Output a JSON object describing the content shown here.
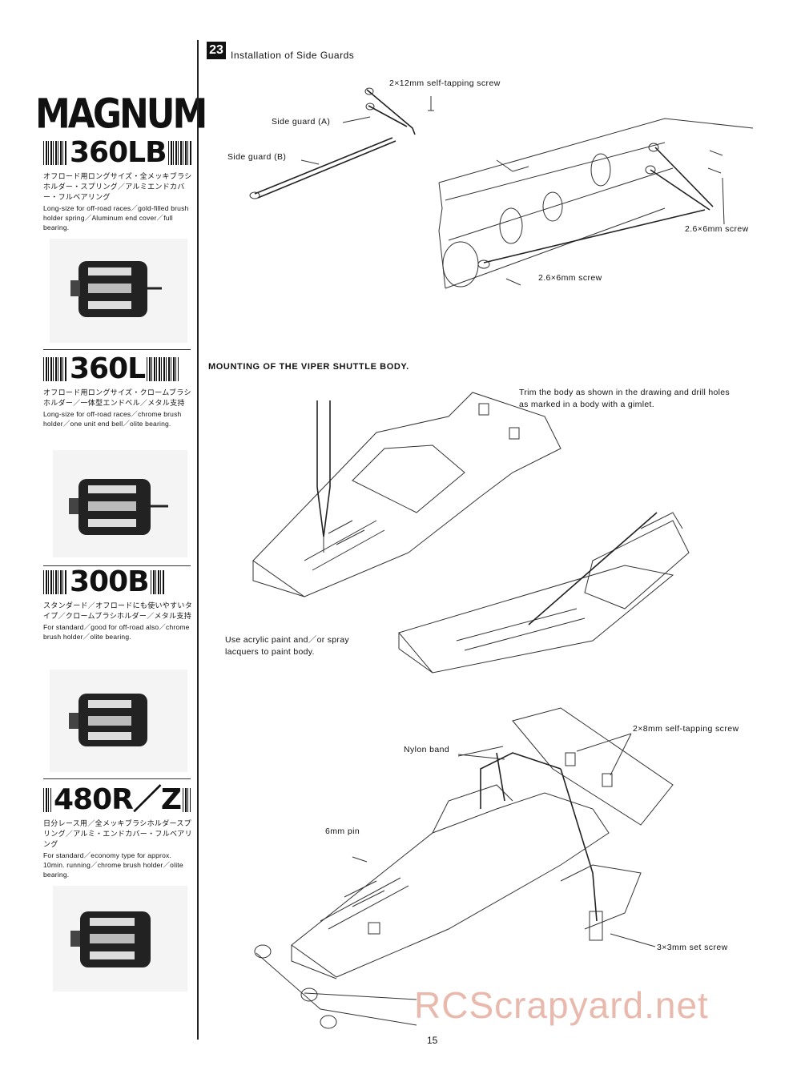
{
  "brand": "MAGNUM",
  "models": [
    {
      "name": "360LB",
      "jp": "オフロード用ロングサイズ・全メッキブラシホルダー・スプリング／アルミエンドカバー・フルベアリング",
      "en": "Long-size for off-road races／gold-filled brush holder spring／Aluminum end cover／full bearing."
    },
    {
      "name": "360L",
      "jp": "オフロード用ロングサイズ・クロームブラシホルダー／一体型エンドベル／メタル支持",
      "en": "Long-size for off-road races／chrome brush holder／one unit end bell／olite bearing."
    },
    {
      "name": "300B",
      "jp": "スタンダード／オフロードにも使いやすいタイプ／クロームブラシホルダー／メタル支持",
      "en": "For standard／good for off-road also／chrome brush holder／olite bearing."
    },
    {
      "name": "480R／Z",
      "jp": "日分レース用／全メッキブラシホルダースプリング／アルミ・エンドカバー・フルベアリング",
      "en": "For standard／economy type for approx. 10min. running／chrome brush holder／olite bearing."
    }
  ],
  "step": {
    "number": "23",
    "title": "Installation of Side Guards",
    "labels": {
      "self_tapping_12": "2×12mm self-tapping screw",
      "side_guard_a": "Side guard (A)",
      "side_guard_b": "Side guard (B)",
      "screw_right": "2.6×6mm screw",
      "screw_bottom": "2.6×6mm screw"
    }
  },
  "body_section": {
    "title": "MOUNTING OF THE VIPER SHUTTLE BODY.",
    "trim_note": "Trim the body as shown in the drawing and drill holes as marked in a body with a gimlet.",
    "paint_note": "Use acrylic paint and／or spray lacquers to paint body.",
    "labels": {
      "nylon_band": "Nylon band",
      "self_tapping_8": "2×8mm self-tapping screw",
      "pin": "6mm pin",
      "set_screw": "3×3mm set screw"
    }
  },
  "page_number": "15",
  "watermark": "RCScrapyard.net"
}
